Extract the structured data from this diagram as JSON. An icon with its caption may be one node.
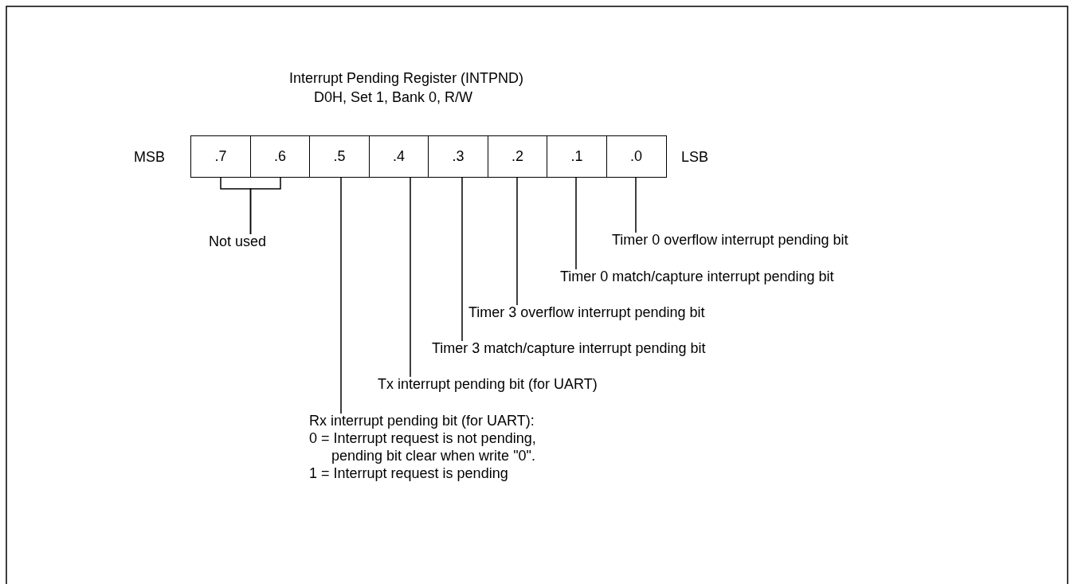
{
  "diagram": {
    "title": "Interrupt Pending Register (INTPND)",
    "nodes": [
      {
        "text": [
          ".7"
        ]
      },
      {
        "text": [
          ".6"
        ]
      },
      {
        "text": [
          ".5"
        ]
      },
      {
        "text": [
          ".4"
        ]
      },
      {
        "text": [
          ".3"
        ]
      },
      {
        "text": [
          ".2"
        ]
      },
      {
        "text": [
          ".1"
        ]
      },
      {
        "text": [
          ".0"
        ]
      },
      {
        "text": [
          "Not used"
        ]
      },
      {
        "text": [
          "Timer 0 overflow interrupt pending bit"
        ]
      },
      {
        "text": [
          "Timer 0 match/capture interrupt pending bit"
        ]
      },
      {
        "text": [
          "Timer 3 overflow interrupt pending bit"
        ]
      },
      {
        "text": [
          "Timer 3 match/capture interrupt pending bit"
        ]
      },
      {
        "text": [
          "Tx interrupt pending bit (for UART)"
        ]
      },
      {
        "text": [
          "Rx interrupt pending bit (for UART):",
          "0 = Interrupt request is not pending, pending bit clear when write \"0\".",
          "1 = Interrupt request is pending"
        ]
      }
    ],
    "edges": [
      {
        "from": 0,
        "to": 8,
        "arrow": "none"
      },
      {
        "from": 1,
        "to": 8,
        "arrow": "none"
      },
      {
        "from": 2,
        "to": 14,
        "arrow": "none"
      },
      {
        "from": 3,
        "to": 13,
        "arrow": "none"
      },
      {
        "from": 4,
        "to": 12,
        "arrow": "none"
      },
      {
        "from": 5,
        "to": 11,
        "arrow": "none"
      },
      {
        "from": 6,
        "to": 10,
        "arrow": "none"
      },
      {
        "from": 7,
        "to": 9,
        "arrow": "none"
      }
    ],
    "labels": [
      "D0H, Set 1, Bank 0, R/W",
      "MSB",
      "LSB"
    ]
  }
}
